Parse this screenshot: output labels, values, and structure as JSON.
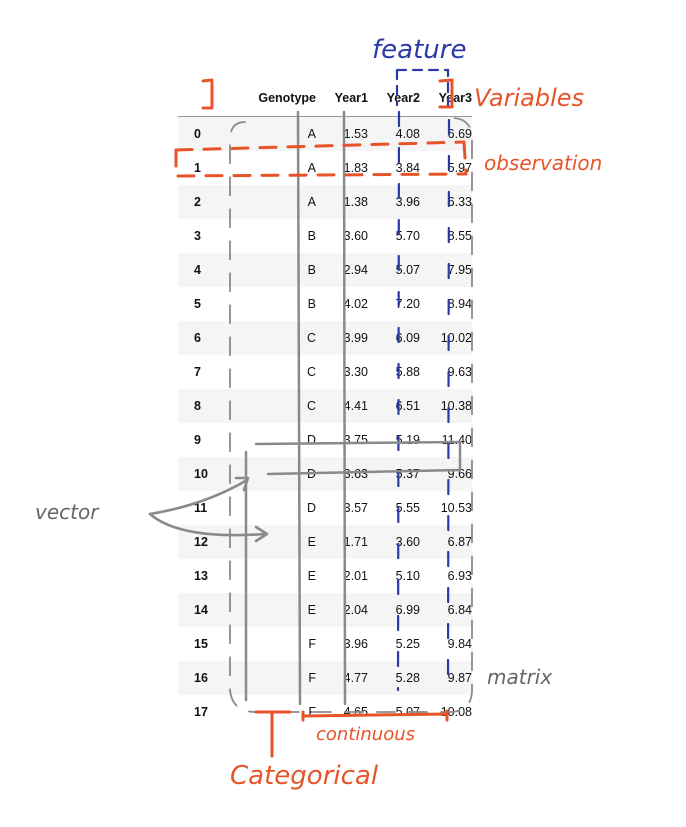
{
  "table": {
    "headers": [
      "",
      "Genotype",
      "Year1",
      "Year2",
      "Year3"
    ],
    "rows": [
      [
        "0",
        "A",
        "1.53",
        "4.08",
        "6.69"
      ],
      [
        "1",
        "A",
        "1.83",
        "3.84",
        "5.97"
      ],
      [
        "2",
        "A",
        "1.38",
        "3.96",
        "6.33"
      ],
      [
        "3",
        "B",
        "3.60",
        "5.70",
        "8.55"
      ],
      [
        "4",
        "B",
        "2.94",
        "5.07",
        "7.95"
      ],
      [
        "5",
        "B",
        "4.02",
        "7.20",
        "8.94"
      ],
      [
        "6",
        "C",
        "3.99",
        "6.09",
        "10.02"
      ],
      [
        "7",
        "C",
        "3.30",
        "5.88",
        "9.63"
      ],
      [
        "8",
        "C",
        "4.41",
        "6.51",
        "10.38"
      ],
      [
        "9",
        "D",
        "3.75",
        "5.19",
        "11.40"
      ],
      [
        "10",
        "D",
        "3.63",
        "5.37",
        "9.66"
      ],
      [
        "11",
        "D",
        "3.57",
        "5.55",
        "10.53"
      ],
      [
        "12",
        "E",
        "1.71",
        "3.60",
        "6.87"
      ],
      [
        "13",
        "E",
        "2.01",
        "5.10",
        "6.93"
      ],
      [
        "14",
        "E",
        "2.04",
        "6.99",
        "6.84"
      ],
      [
        "15",
        "F",
        "3.96",
        "5.25",
        "9.84"
      ],
      [
        "16",
        "F",
        "4.77",
        "5.28",
        "9.87"
      ],
      [
        "17",
        "F",
        "4.65",
        "5.07",
        "10.08"
      ]
    ]
  },
  "annotations": {
    "feature": "feature",
    "variables": "Variables",
    "observation": "observation",
    "vector": "vector",
    "matrix": "matrix",
    "continuous": "continuous",
    "categorical": "Categorical"
  },
  "colors": {
    "orange": "#e8542a",
    "blue": "#2b3aa8",
    "gray": "#8a8a8a",
    "header_rule": "#9a9a9a",
    "stripe": "#f5f5f5"
  }
}
